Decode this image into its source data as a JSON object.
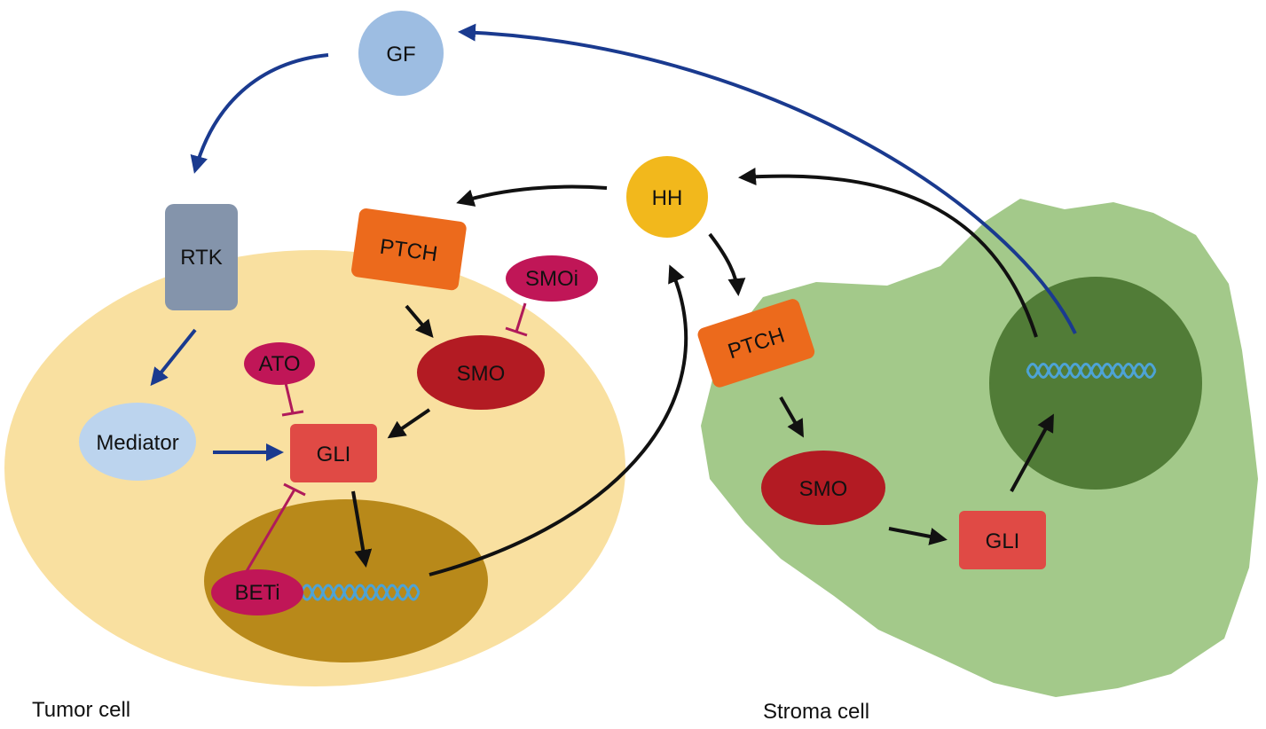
{
  "cells": {
    "tumor": {
      "caption": "Tumor cell",
      "fill": "#f9e0a0",
      "nucleus_fill": "#b8891a"
    },
    "stroma": {
      "caption": "Stroma cell",
      "fill": "#a3c98a",
      "nucleus_fill": "#517c37"
    }
  },
  "ligands": {
    "gf": {
      "label": "GF",
      "fill": "#9dbde2"
    },
    "hh": {
      "label": "HH",
      "fill": "#f2b81c"
    }
  },
  "tumor_pathway": {
    "rtk": {
      "label": "RTK",
      "fill": "#8494ab"
    },
    "mediator": {
      "label": "Mediator",
      "fill": "#bcd4ee"
    },
    "ptch": {
      "label": "PTCH",
      "fill": "#ec6a1c"
    },
    "smo": {
      "label": "SMO",
      "fill": "#b31b23"
    },
    "gli": {
      "label": "GLI",
      "fill": "#e04a45"
    }
  },
  "inhibitors": {
    "ato": {
      "label": "ATO",
      "fill": "#c01657"
    },
    "smoi": {
      "label": "SMOi",
      "fill": "#c01657"
    },
    "beti": {
      "label": "BETi",
      "fill": "#c01657"
    }
  },
  "stroma_pathway": {
    "ptch": {
      "label": "PTCH",
      "fill": "#ec6a1c"
    },
    "smo": {
      "label": "SMO",
      "fill": "#b31b23"
    },
    "gli": {
      "label": "GLI",
      "fill": "#e04a45"
    }
  },
  "arrow_colors": {
    "activation": "#111111",
    "gf_loop": "#1a3a8f",
    "inhibition": "#b01a5a",
    "dna": "#4da3d6"
  }
}
